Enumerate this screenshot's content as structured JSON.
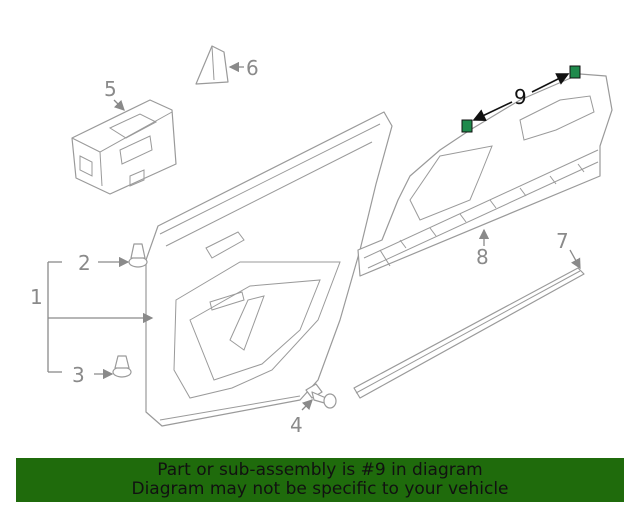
{
  "callouts": {
    "c1": "1",
    "c2": "2",
    "c3": "3",
    "c4": "4",
    "c5": "5",
    "c6": "6",
    "c7": "7",
    "c8": "8",
    "c9": "9"
  },
  "highlight": {
    "part_number": "9",
    "color": "#1f8a4c"
  },
  "banner": {
    "line1": "Part or sub-assembly is #9 in diagram",
    "line2": "Diagram may not be specific to your vehicle",
    "background": "#1f6b0c"
  }
}
